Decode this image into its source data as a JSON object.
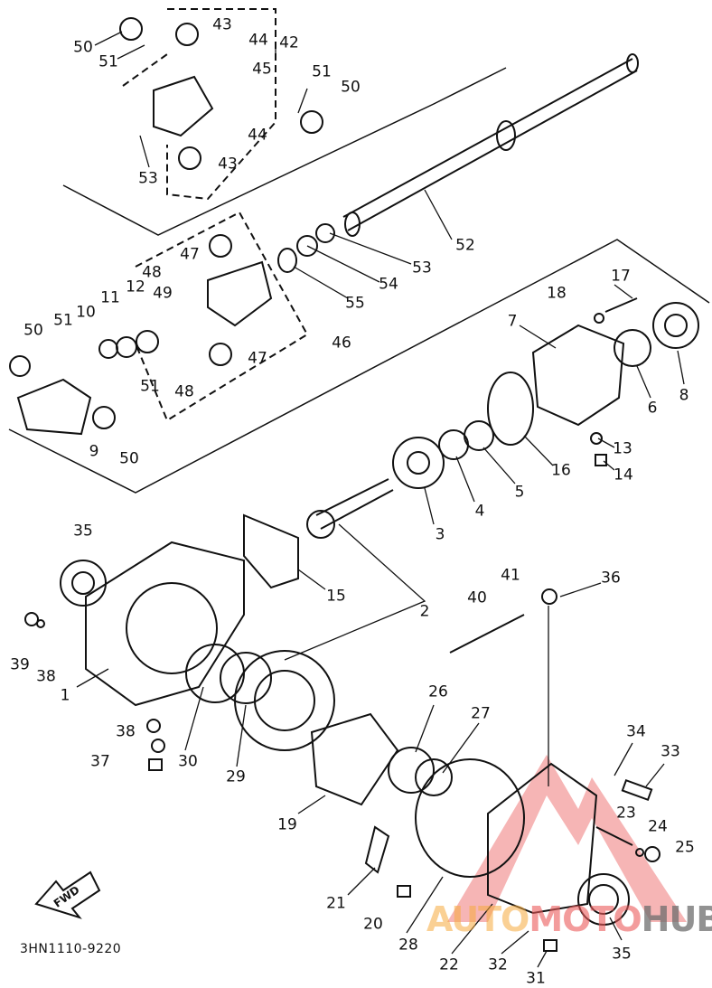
{
  "diagram_code": "3HN1110-9220",
  "fwd_label": "FWD",
  "watermark": {
    "part1": "AUTO",
    "part2": "MOTO",
    "part3": "HUB"
  },
  "labels": [
    "50",
    "51",
    "43",
    "44",
    "42",
    "45",
    "51",
    "50",
    "44",
    "43",
    "53",
    "52",
    "47",
    "53",
    "48",
    "49",
    "54",
    "55",
    "17",
    "18",
    "10",
    "11",
    "12",
    "51",
    "50",
    "7",
    "46",
    "47",
    "51",
    "48",
    "6",
    "8",
    "13",
    "9",
    "50",
    "16",
    "14",
    "5",
    "4",
    "3",
    "35",
    "15",
    "2",
    "41",
    "36",
    "40",
    "39",
    "38",
    "1",
    "26",
    "27",
    "38",
    "37",
    "30",
    "29",
    "34",
    "33",
    "19",
    "23",
    "24",
    "25",
    "21",
    "20",
    "28",
    "22",
    "32",
    "35",
    "31"
  ],
  "colors": {
    "line": "#111111",
    "watermark_red": "#eb5a5a",
    "watermark_orange": "#f5aa3c"
  }
}
